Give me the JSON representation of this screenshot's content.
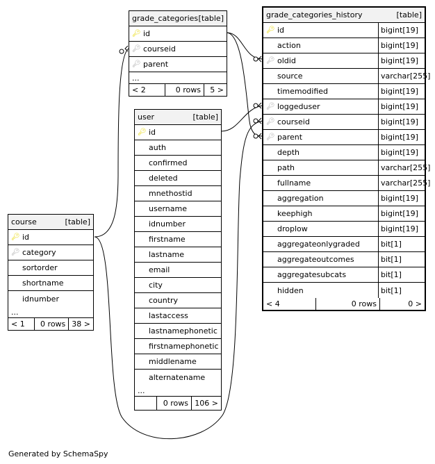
{
  "tables": [
    {
      "id": "grade_categories",
      "name": "grade_categories",
      "kind": "[table]",
      "focus": false,
      "columns": [
        {
          "name": "id",
          "key": "pk"
        },
        {
          "name": "courseid",
          "key": "fk"
        },
        {
          "name": "parent",
          "key": "fk"
        }
      ],
      "ellipsis": "...",
      "footer": {
        "left": "< 2",
        "mid": "0 rows",
        "right": "5 >"
      }
    },
    {
      "id": "user",
      "name": "user",
      "kind": "[table]",
      "focus": false,
      "columns": [
        {
          "name": "id",
          "key": "pk"
        },
        {
          "name": "auth",
          "key": ""
        },
        {
          "name": "confirmed",
          "key": ""
        },
        {
          "name": "deleted",
          "key": ""
        },
        {
          "name": "mnethostid",
          "key": ""
        },
        {
          "name": "username",
          "key": ""
        },
        {
          "name": "idnumber",
          "key": ""
        },
        {
          "name": "firstname",
          "key": ""
        },
        {
          "name": "lastname",
          "key": ""
        },
        {
          "name": "email",
          "key": ""
        },
        {
          "name": "city",
          "key": ""
        },
        {
          "name": "country",
          "key": ""
        },
        {
          "name": "lastaccess",
          "key": ""
        },
        {
          "name": "lastnamephonetic",
          "key": ""
        },
        {
          "name": "firstnamephonetic",
          "key": ""
        },
        {
          "name": "middlename",
          "key": ""
        },
        {
          "name": "alternatename",
          "key": ""
        }
      ],
      "ellipsis": "...",
      "footer": {
        "left": "",
        "mid": "0 rows",
        "right": "106 >"
      }
    },
    {
      "id": "course",
      "name": "course",
      "kind": "[table]",
      "focus": false,
      "columns": [
        {
          "name": "id",
          "key": "pk"
        },
        {
          "name": "category",
          "key": "fk"
        },
        {
          "name": "sortorder",
          "key": ""
        },
        {
          "name": "shortname",
          "key": ""
        },
        {
          "name": "idnumber",
          "key": ""
        }
      ],
      "ellipsis": "...",
      "footer": {
        "left": "< 1",
        "mid": "0 rows",
        "right": "38 >"
      }
    },
    {
      "id": "grade_categories_history",
      "name": "grade_categories_history",
      "kind": "[table]",
      "focus": true,
      "columns": [
        {
          "name": "id",
          "key": "pk",
          "type": "bigint[19]"
        },
        {
          "name": "action",
          "key": "",
          "type": "bigint[19]"
        },
        {
          "name": "oldid",
          "key": "fk",
          "type": "bigint[19]"
        },
        {
          "name": "source",
          "key": "",
          "type": "varchar[255]"
        },
        {
          "name": "timemodified",
          "key": "",
          "type": "bigint[19]"
        },
        {
          "name": "loggeduser",
          "key": "fk",
          "type": "bigint[19]"
        },
        {
          "name": "courseid",
          "key": "fk",
          "type": "bigint[19]"
        },
        {
          "name": "parent",
          "key": "fk",
          "type": "bigint[19]"
        },
        {
          "name": "depth",
          "key": "",
          "type": "bigint[19]"
        },
        {
          "name": "path",
          "key": "",
          "type": "varchar[255]"
        },
        {
          "name": "fullname",
          "key": "",
          "type": "varchar[255]"
        },
        {
          "name": "aggregation",
          "key": "",
          "type": "bigint[19]"
        },
        {
          "name": "keephigh",
          "key": "",
          "type": "bigint[19]"
        },
        {
          "name": "droplow",
          "key": "",
          "type": "bigint[19]"
        },
        {
          "name": "aggregateonlygraded",
          "key": "",
          "type": "bit[1]"
        },
        {
          "name": "aggregateoutcomes",
          "key": "",
          "type": "bit[1]"
        },
        {
          "name": "aggregatesubcats",
          "key": "",
          "type": "bit[1]"
        },
        {
          "name": "hidden",
          "key": "",
          "type": "bit[1]"
        }
      ],
      "ellipsis": "",
      "footer": {
        "left": "< 4",
        "mid": "0 rows",
        "right": "0 >"
      }
    }
  ],
  "generated_by": "Generated by SchemaSpy"
}
